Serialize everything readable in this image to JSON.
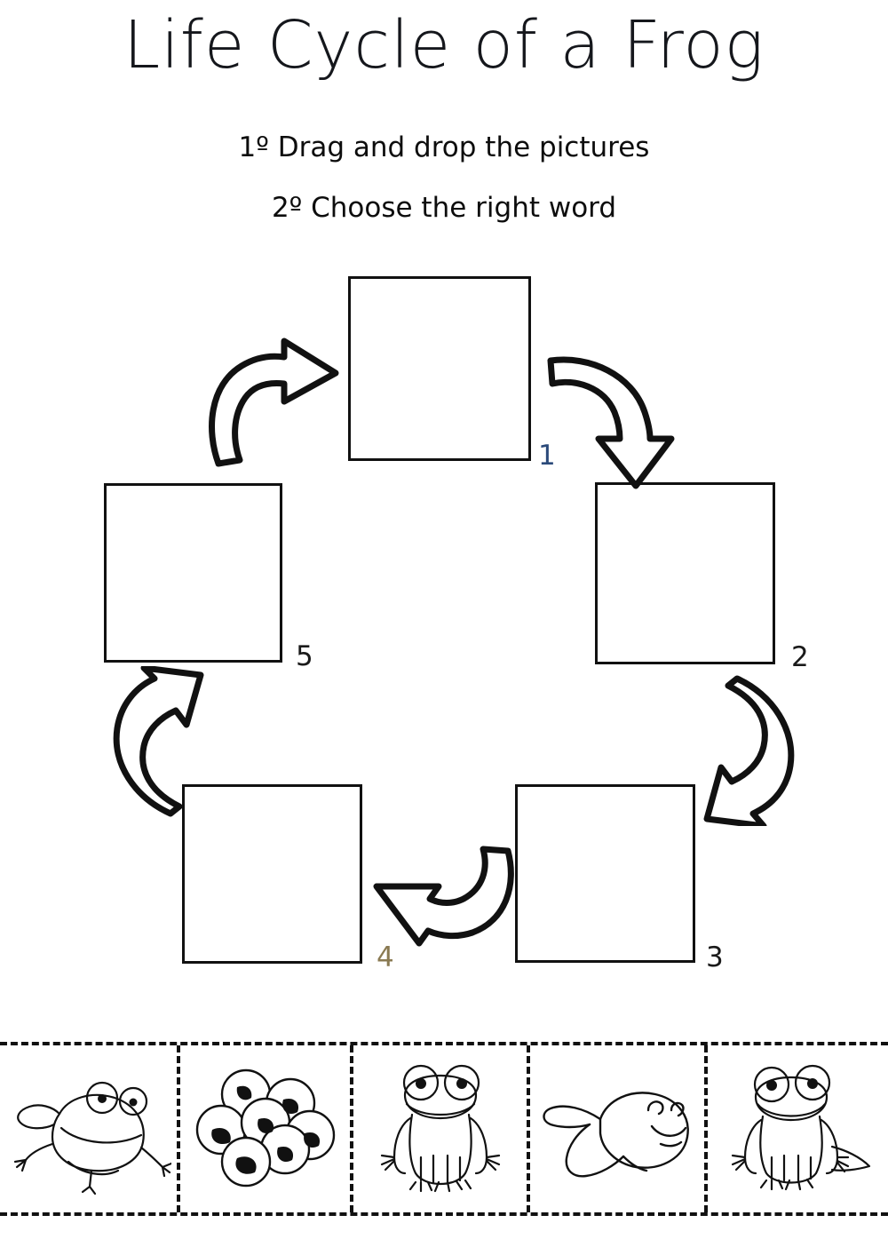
{
  "worksheet": {
    "title": "Life Cycle of a Frog",
    "instructions": [
      "1º Drag and drop the pictures",
      "2º Choose the right word"
    ]
  },
  "cycle": {
    "boxes": [
      {
        "number": "1",
        "label_color": "#2b4a7a",
        "content": ""
      },
      {
        "number": "2",
        "label_color": "#1a1a1a",
        "content": ""
      },
      {
        "number": "3",
        "label_color": "#1a1a1a",
        "content": ""
      },
      {
        "number": "4",
        "label_color": "#8a7a52",
        "content": ""
      },
      {
        "number": "5",
        "label_color": "#1a1a1a",
        "content": ""
      }
    ],
    "arrows": [
      {
        "name": "arrow-5-to-1",
        "from": "5",
        "to": "1",
        "direction": "up-right"
      },
      {
        "name": "arrow-1-to-2",
        "from": "1",
        "to": "2",
        "direction": "down-right"
      },
      {
        "name": "arrow-2-to-3",
        "from": "2",
        "to": "3",
        "direction": "down-left"
      },
      {
        "name": "arrow-3-to-4",
        "from": "3",
        "to": "4",
        "direction": "left"
      },
      {
        "name": "arrow-4-to-5",
        "from": "4",
        "to": "5",
        "direction": "up"
      }
    ]
  },
  "picture_bank": {
    "cards": [
      {
        "icon": "jumping-frog-icon",
        "alt": "jumping frog"
      },
      {
        "icon": "frog-eggs-icon",
        "alt": "frog eggs cluster"
      },
      {
        "icon": "sitting-frog-icon",
        "alt": "sitting frog"
      },
      {
        "icon": "tadpole-icon",
        "alt": "tadpole"
      },
      {
        "icon": "froglet-with-tail-icon",
        "alt": "froglet with tail"
      }
    ]
  },
  "colors": {
    "ink": "#111111",
    "paper": "#ffffff"
  }
}
